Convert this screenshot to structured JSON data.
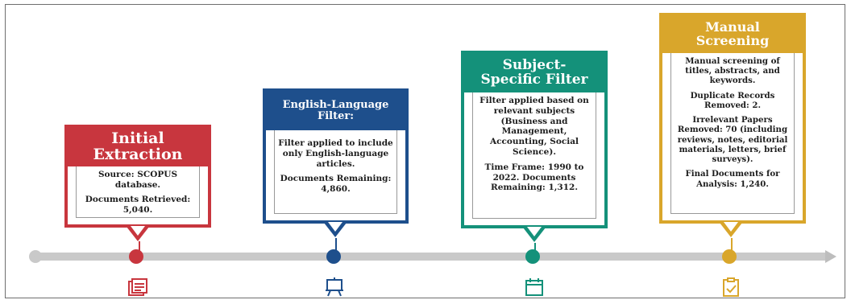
{
  "colors": {
    "red": "#c8363e",
    "blue": "#1e4f8c",
    "green": "#14917a",
    "gold": "#d9a62b",
    "timeline": "#c9c9c9"
  },
  "stages": [
    {
      "title_line1": "Initial",
      "title_line2": "Extraction",
      "lines": [
        "Source: SCOPUS database.",
        "Documents Retrieved: 5,040."
      ],
      "icon": "document-stack-icon"
    },
    {
      "title_line1": "English-Language",
      "title_line2": "Filter:",
      "lines": [
        "Filter applied to include only English-language articles.",
        "Documents Remaining: 4,860."
      ],
      "icon": "presentation-board-icon"
    },
    {
      "title_line1": "Subject-",
      "title_line2": "Specific Filter",
      "lines": [
        "Filter applied based on relevant subjects (Business and Management, Accounting, Social Science).",
        "Time Frame: 1990 to 2022. Documents Remaining: 1,312."
      ],
      "icon": "calendar-icon"
    },
    {
      "title_line1": "Manual",
      "title_line2": "Screening",
      "lines": [
        "Manual screening of titles, abstracts, and keywords.",
        "Duplicate Records Removed: 2.",
        "Irrelevant Papers Removed: 70 (including reviews, notes, editorial materials, letters, brief surveys).",
        "Final Documents for Analysis: 1,240."
      ],
      "icon": "checklist-icon"
    }
  ]
}
